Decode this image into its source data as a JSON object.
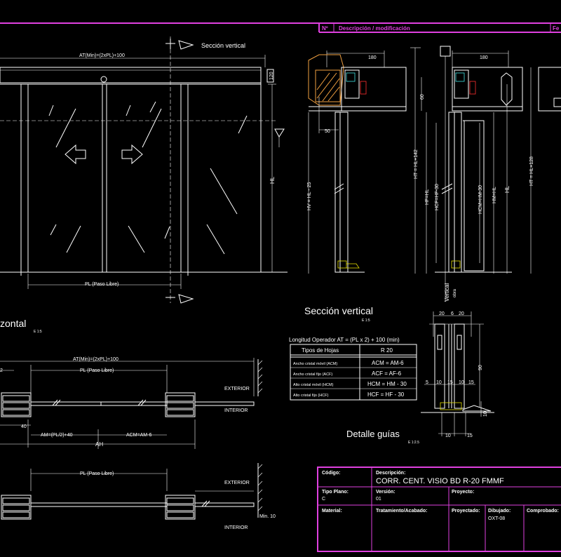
{
  "header_bar": {
    "nr": "Nº",
    "desc": "Descripción / modificación",
    "right": "Fe"
  },
  "elevation": {
    "section_marker": "Sección vertical",
    "at_label": "AT(Min)=(2xPL)+100",
    "pl_label": "PL (Paso Libre)",
    "dim_120": "120",
    "hl": "HL"
  },
  "section": {
    "dim_180a": "180",
    "dim_180b": "180",
    "dim_60": "60",
    "dim_50": "50",
    "hv": "HV = HL - 25",
    "ht1": "HT = HL+142",
    "hf": "HF=HL",
    "hcf": "HCF=HF-30",
    "hcm": "HCM=HM-30",
    "hm": "HM=HL",
    "hl": "HL",
    "ht2": "HT = HL+128",
    "vertical_obra": "Vertical",
    "obra": "obra",
    "title": "Sección vertical",
    "scale": "E 1:5"
  },
  "horizontal": {
    "title": "zontal",
    "scale": "E 1:5",
    "at_label": "AT(Min)=(2xPL)+100",
    "pl_label": "PL (Paso Libre)",
    "dim_2": "2",
    "exterior": "EXTERIOR",
    "interior": "INTERIOR",
    "dim_40": "40",
    "am": "AM=(PL/2)+40",
    "acm": "ACM=AM-6",
    "ah": "AH",
    "pl_label2": "PL (Paso Libre)",
    "exterior2": "EXTERIOR",
    "interior2": "INTERIOR",
    "min10": "Min. 10"
  },
  "table": {
    "heading": "Longitud Operador AT = (PL x 2) + 100 (min)",
    "col1": "Tipos de Hojas",
    "col2": "R 20",
    "rows": [
      {
        "label": "Ancho cristal móvil (ACM)",
        "value": "ACM = AM-6"
      },
      {
        "label": "Ancho cristal fijo (ACF)",
        "value": "ACF = AF-6"
      },
      {
        "label": "Alto cristal móvil (HCM)",
        "value": "HCM = HM - 30"
      },
      {
        "label": "Alto cristal fijo (HCF)",
        "value": "HCF = HF - 30"
      }
    ]
  },
  "guide": {
    "dims_top": [
      "20",
      "6",
      "20"
    ],
    "dim_90": "90",
    "dims_mid": [
      "5",
      "10",
      "15",
      "10",
      "15"
    ],
    "dims_bot": [
      "10",
      "15"
    ],
    "dim_10": "10",
    "title": "Detalle guías",
    "scale": "E 1:2.5"
  },
  "title_block": {
    "codigo_lbl": "Código:",
    "descripcion_lbl": "Descripción:",
    "descripcion": "CORR. CENT. VISIO BD R-20 FMMF",
    "tipo_plano_lbl": "Tipo Plano:",
    "tipo_plano": "C",
    "version_lbl": "Versión:",
    "version": "01",
    "proyecto_lbl": "Proyecto:",
    "material_lbl": "Material:",
    "tratamiento_lbl": "Tratamiento/Acabado:",
    "proyectado_lbl": "Proyectado:",
    "dibujado_lbl": "Dibujado:",
    "dibujado": "OXT-08",
    "comprobado_lbl": "Comprobado:"
  },
  "colors": {
    "background": "#000000",
    "line": "#ffffff",
    "frame": "#e040e0",
    "accent_yellow": "#e8e000",
    "accent_red": "#ff3030"
  }
}
